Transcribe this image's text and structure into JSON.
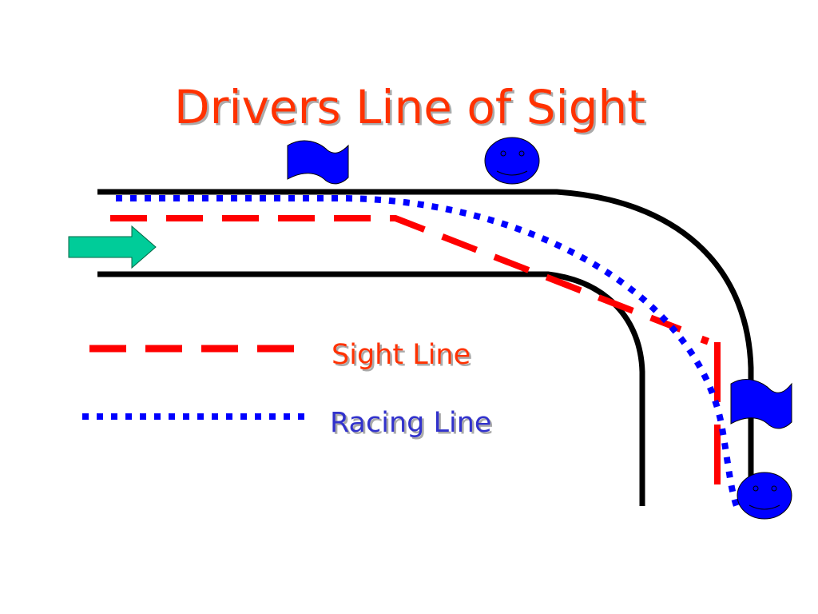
{
  "title": "Drivers Line of Sight",
  "legend": {
    "sight_line": "Sight Line",
    "racing_line": "Racing Line"
  },
  "colors": {
    "title": "#ff3300",
    "sight_line": "#ff0000",
    "racing_line": "#0000ff",
    "racing_label": "#3333cc",
    "track": "#000000",
    "arrow": "#00cc99",
    "marker": "#0000ff"
  },
  "icons": [
    "flag-icon",
    "smiley-icon",
    "arrow-right-icon"
  ]
}
